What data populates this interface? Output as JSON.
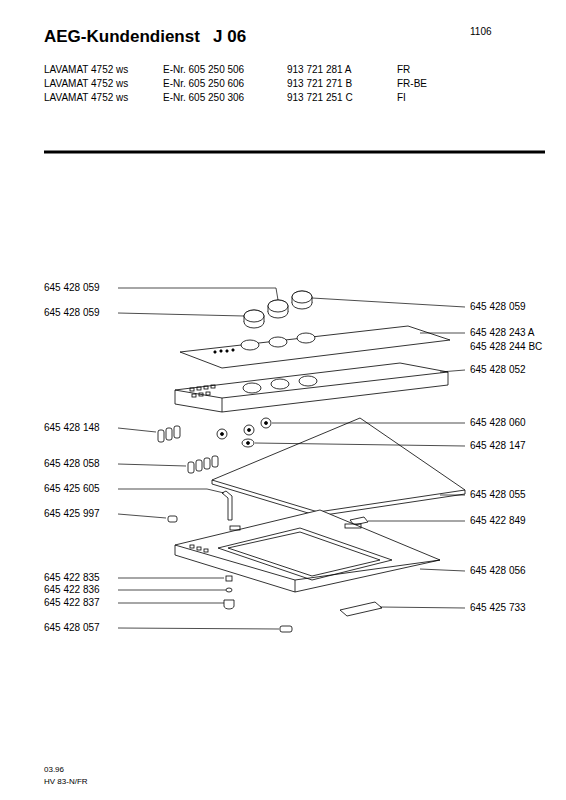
{
  "diagram": {
    "title": "AEG-Kundendienst",
    "labels": [
      "J 06",
      "1106",
      "LAVAMAT 4752 ws",
      "E-Nr. 605 250 506",
      "913 721 281 A",
      "FR",
      "LAVAMAT 4752 ws",
      "E-Nr. 605 250 606",
      "913 721 271 B",
      "FR-BE",
      "LAVAMAT 4752 ws",
      "E-Nr. 605 250 306",
      "913 721 251 C",
      "FI",
      "645 428 059",
      "645 428 059",
      "645 428 148",
      "645 428 058",
      "645 425 605",
      "645 425 997",
      "645 422 835",
      "645 422 836",
      "645 422 837",
      "645 428 057",
      "645 428 059",
      "645 428 243 A",
      "645 428 244 BC",
      "645 428 052",
      "645 428 060",
      "645 428 147",
      "645 428 055",
      "645 422 849",
      "645 428 056",
      "645 425 733",
      "03.96",
      "HV 83-N/FR"
    ]
  }
}
